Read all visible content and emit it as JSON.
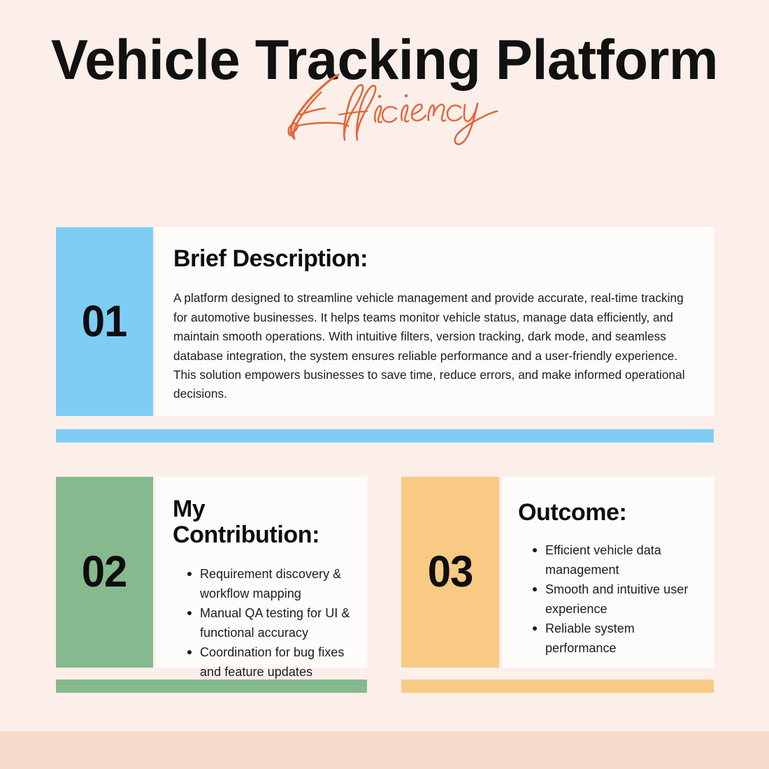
{
  "page": {
    "background_color": "#FCEFEA",
    "bottom_band_color": "#F7DBCB"
  },
  "header": {
    "title": "Vehicle Tracking Platform",
    "script_word": "Efficiency",
    "script_color": "#E0693C",
    "title_color": "#111111"
  },
  "cards": [
    {
      "number": "01",
      "accent_color": "#7FCDF5",
      "heading": "Brief Description:",
      "body": "A platform designed to streamline vehicle management and provide accurate, real-time tracking for automotive businesses. It helps teams monitor vehicle status, manage data efficiently, and maintain smooth operations. With intuitive filters, version tracking, dark mode, and seamless database integration, the system ensures reliable performance and a user-friendly experience. This solution empowers businesses to save time, reduce errors, and make informed operational decisions."
    },
    {
      "number": "02",
      "accent_color": "#86B98E",
      "heading": "My Contribution:",
      "bullets": [
        "Requirement discovery & workflow mapping",
        "Manual QA testing for UI & functional accuracy",
        "Coordination for bug fixes and feature updates"
      ]
    },
    {
      "number": "03",
      "accent_color": "#F8CA84",
      "heading": "Outcome:",
      "bullets": [
        "Efficient vehicle data management",
        "Smooth and intuitive user experience",
        "Reliable system performance"
      ]
    }
  ]
}
